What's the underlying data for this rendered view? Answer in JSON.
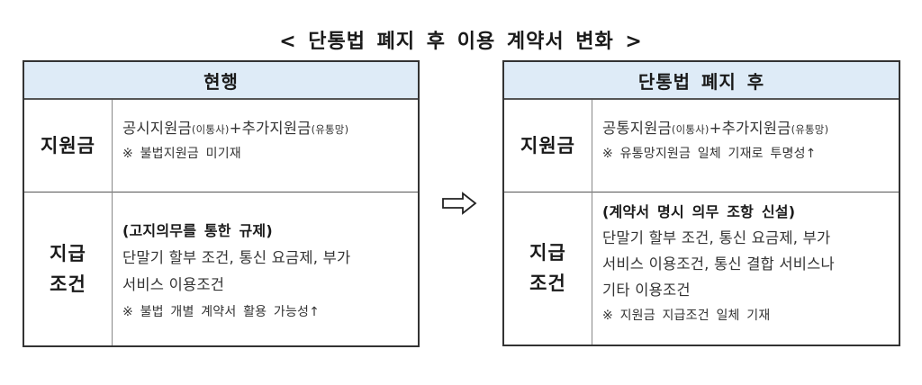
{
  "title": "< 단통법 폐지 후 이용 계약서 변화 >",
  "tables": [
    {
      "header": "현행",
      "rows": [
        {
          "label": "지원금",
          "lines": [
            {
              "main1": "공시지원금",
              "sub1": "(이통사)",
              "plus": "+",
              "main2": "추가지원금",
              "sub2": "(유통망)"
            },
            {
              "note": "※ 불법지원금 미기재"
            }
          ]
        },
        {
          "label_line1": "지급",
          "label_line2": "조건",
          "heading": "(고지의무를 통한 규제)",
          "body_lines": [
            "단말기 할부 조건, 통신 요금제, 부가",
            "서비스 이용조건"
          ],
          "note": "※ 불법 개별 계약서 활용 가능성↑"
        }
      ]
    },
    {
      "header": "단통법 폐지 후",
      "rows": [
        {
          "label": "지원금",
          "lines": [
            {
              "main1": "공통지원금",
              "sub1": "(이통사)",
              "plus": "+",
              "main2": "추가지원금",
              "sub2": "(유통망)"
            },
            {
              "note": "※ 유통망지원금 일체 기재로 투명성↑"
            }
          ]
        },
        {
          "label_line1": "지급",
          "label_line2": "조건",
          "heading": "(계약서 명시 의무 조항 신설)",
          "body_lines": [
            "단말기 할부 조건, 통신 요금제, 부가",
            "서비스 이용조건, 통신 결합 서비스나",
            "기타 이용조건"
          ],
          "note": "※ 지원금 지급조건 일체 기재"
        }
      ]
    }
  ],
  "arrow_icon": "right-arrow-icon",
  "colors": {
    "header_bg": "#deebf7",
    "border": "#333333"
  }
}
